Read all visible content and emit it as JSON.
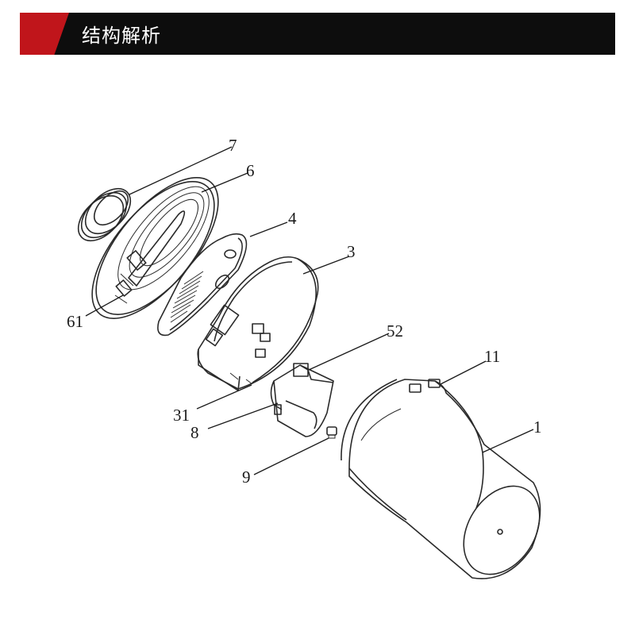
{
  "header": {
    "title": "结构解析",
    "accent_color": "#c0151b",
    "bar_color": "#0d0d0d"
  },
  "callouts": [
    "7",
    "6",
    "4",
    "3",
    "52",
    "11",
    "1",
    "61",
    "31",
    "8",
    "9"
  ]
}
